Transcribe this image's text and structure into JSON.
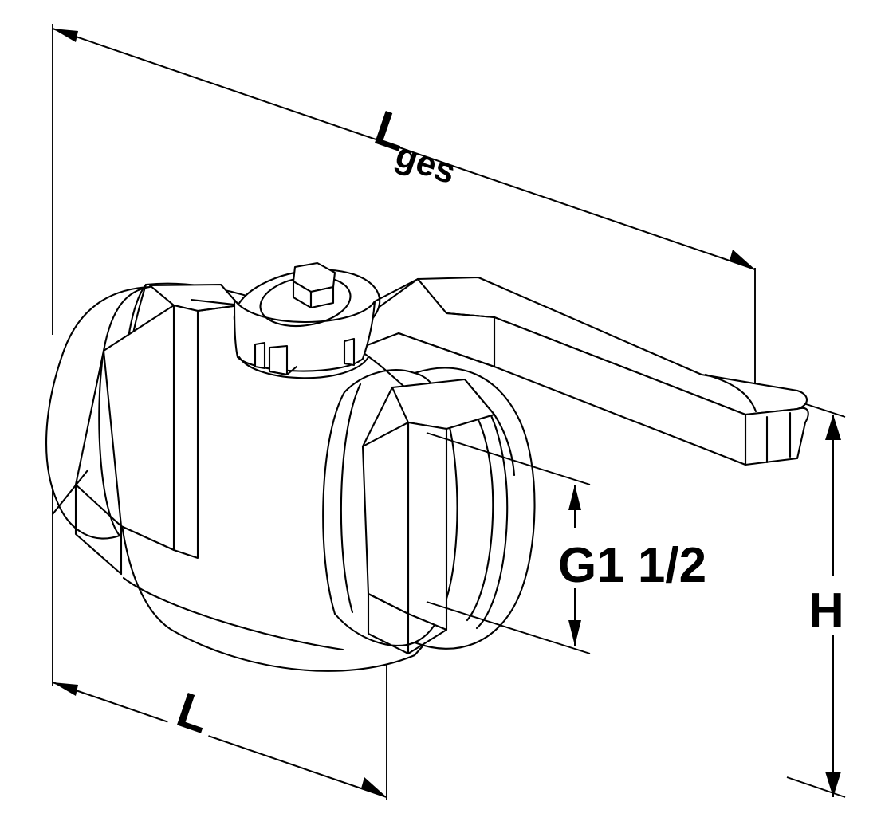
{
  "drawing": {
    "title": "Ball valve dimensioned isometric drawing",
    "background_color": "#ffffff",
    "line_color": "#000000",
    "dimensions": {
      "overall_length": {
        "label_main": "L",
        "label_sub": "ges",
        "full_label": "Lges",
        "name": "overall-length-with-lever"
      },
      "body_length": {
        "label": "L",
        "name": "body-length"
      },
      "thread_size": {
        "label": "G1 1/2",
        "name": "thread-connection-size"
      },
      "height": {
        "label": "H",
        "name": "overall-height"
      }
    },
    "components": {
      "valve_body": "valve-body",
      "hex_nut_right": "hex-union-nut",
      "hex_nut_left": "hex-end-nut",
      "stem_cap": "stem-cap",
      "stem_hex": "stem-hex-head",
      "lever_handle": "lever-handle"
    }
  }
}
